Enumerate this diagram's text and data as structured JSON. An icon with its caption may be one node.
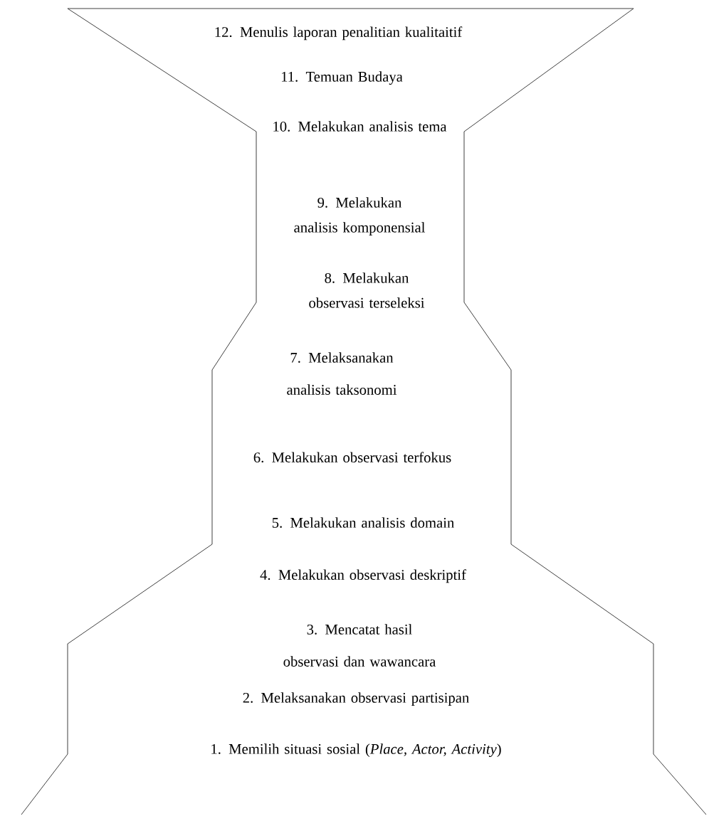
{
  "diagram": {
    "nodes": [
      {
        "text": [
          "12. Menulis laporan penalitian kualitaitif",
          "11. Temuan Budaya",
          "10. Melakukan analisis tema",
          "9. Melakukan analisis komponensial",
          "8. Melakukan observasi terseleksi",
          "7. Melaksanakan analisis taksonomi",
          "6. Melakukan observasi terfokus",
          "5. Melakukan analisis domain",
          "4. Melakukan observasi deskriptif",
          "3. Mencatat hasil observasi dan wawancara",
          "2. Melaksanakan observasi partisipan",
          "1. Memilih situasi sosial (*Place, Actor, Activity*)"
        ]
      }
    ]
  }
}
